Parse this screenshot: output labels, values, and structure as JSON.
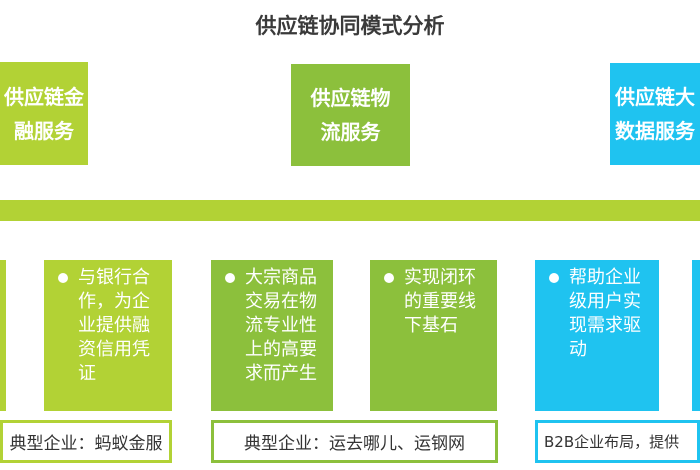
{
  "title": "供应链协同模式分析",
  "colors": {
    "lime": "#b2d235",
    "green": "#8cc03c",
    "blue": "#1fc3f0"
  },
  "headers": [
    {
      "text": "供应链金\n融服务"
    },
    {
      "text": "供应链物\n流服务"
    },
    {
      "text": "供应链大\n数据服务"
    }
  ],
  "cards": [
    {
      "text": ""
    },
    {
      "text": "与银行合作，为企业提供融资信用凭证"
    },
    {
      "text": "大宗商品交易在物流专业性上的高要求而产生"
    },
    {
      "text": "实现闭环的重要线下基石"
    },
    {
      "text": "帮助企业级用户实现需求驱动"
    },
    {
      "text": ""
    }
  ],
  "footers": [
    {
      "text": "典型企业：蚂蚁金服"
    },
    {
      "text": "典型企业：运去哪儿、运钢网"
    },
    {
      "text": "B2B企业布局，提供"
    }
  ]
}
